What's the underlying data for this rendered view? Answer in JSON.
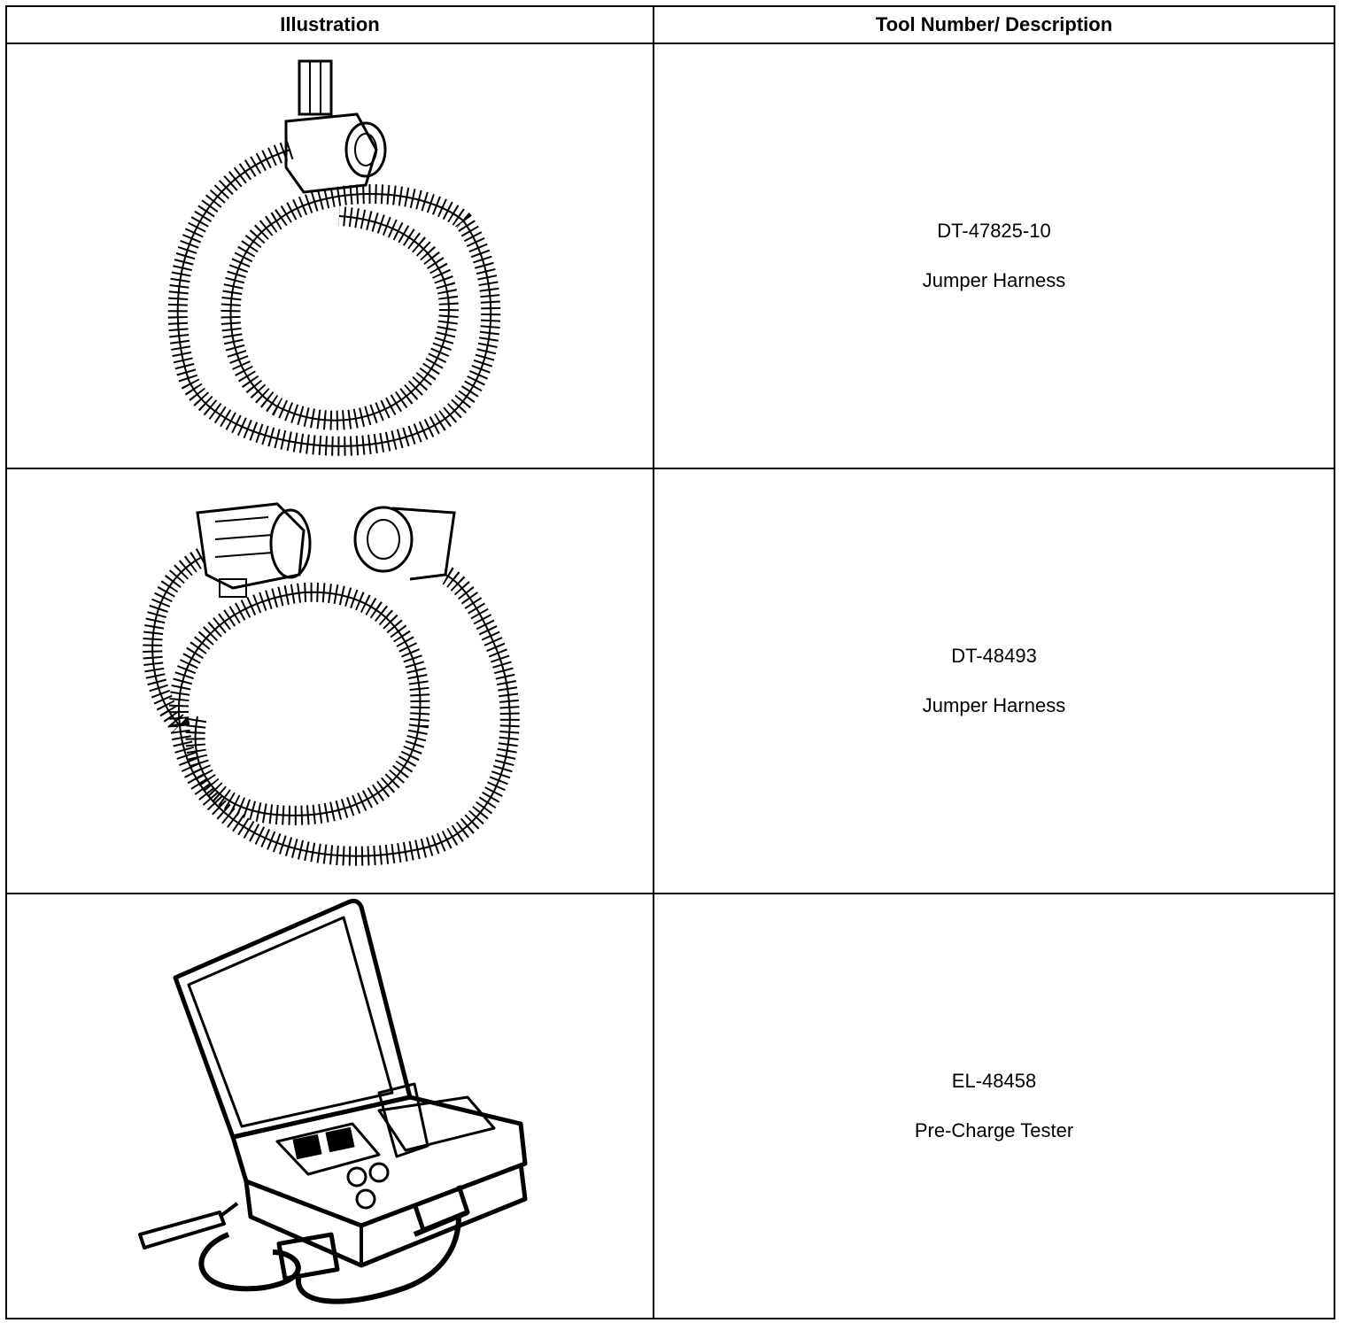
{
  "headers": {
    "illustration": "Illustration",
    "tool": "Tool Number/ Description"
  },
  "rows": [
    {
      "number": "DT-47825-10",
      "description": "Jumper Harness",
      "icon": "jumper-harness-icon"
    },
    {
      "number": "DT-48493",
      "description": "Jumper Harness",
      "icon": "dual-connector-harness-icon"
    },
    {
      "number": "EL-48458",
      "description": "Pre-Charge Tester",
      "icon": "pre-charge-tester-case-icon"
    }
  ]
}
